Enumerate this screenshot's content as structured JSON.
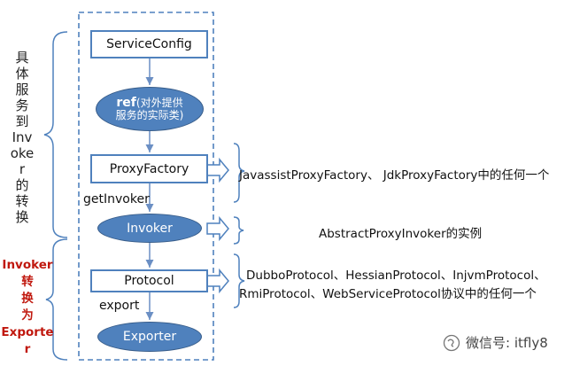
{
  "left_labels": {
    "top": "具体服务到Invoker的转换",
    "bottom": "Invoker转换为Exporter"
  },
  "nodes": {
    "service_config": "ServiceConfig",
    "ref_main": "ref",
    "ref_note": "(对外提供服务的实际类)",
    "proxy_factory": "ProxyFactory",
    "invoker": "Invoker",
    "protocol": "Protocol",
    "exporter": "Exporter"
  },
  "edges": {
    "get_invoker": "getInvoker",
    "export": "export"
  },
  "descriptions": {
    "proxy_factory": "JavassistProxyFactory、 JdkProxyFactory中的任何一个",
    "invoker": "AbstractProxyInvoker的实例",
    "protocol_line1": "DubboProtocol、HessianProtocol、InjvmProtocol、",
    "protocol_line2": "RmiProtocol、WebServiceProtocol协议中的任何一个"
  },
  "watermark": "微信号: itfly8",
  "colors": {
    "accent": "#4f81bd",
    "highlight": "#c0180e"
  }
}
